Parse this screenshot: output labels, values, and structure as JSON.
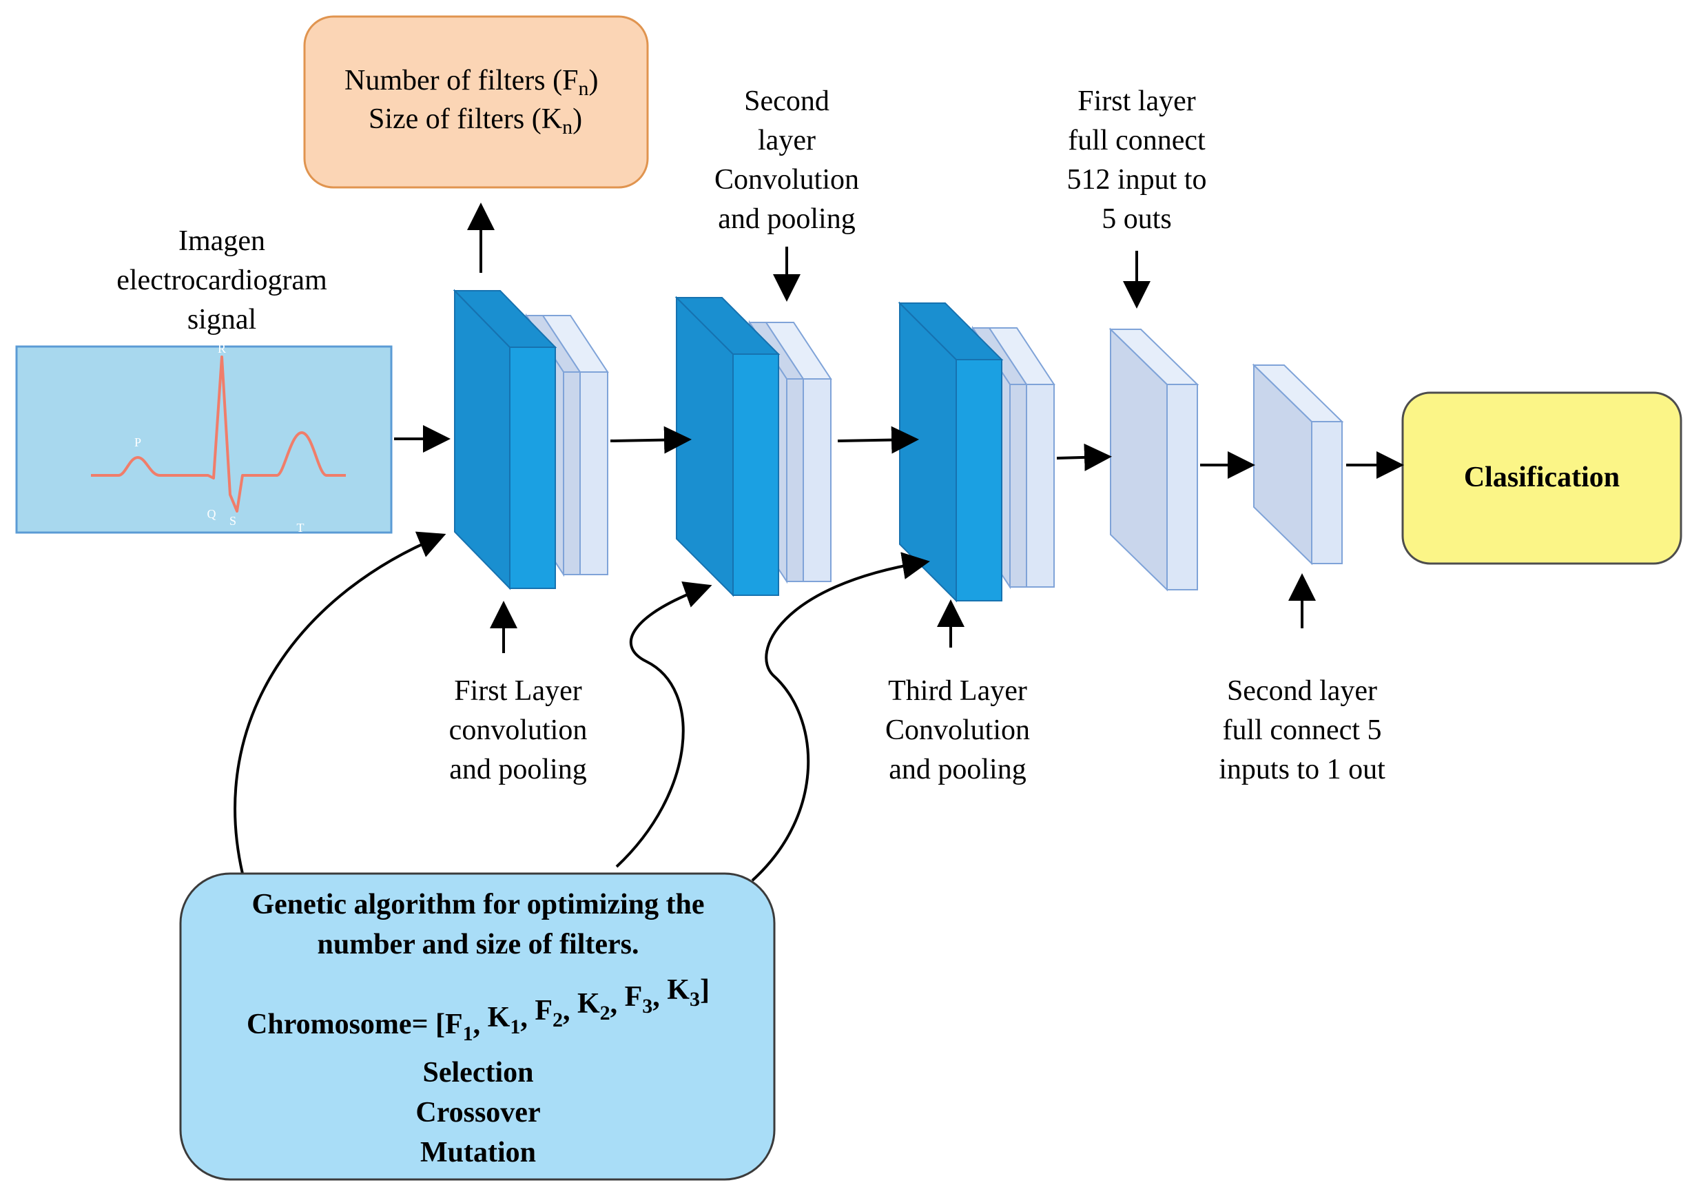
{
  "input_signal": {
    "label_lines": [
      "Imagen",
      "electrocardiogram",
      "signal"
    ],
    "wave_labels": {
      "p": "P",
      "r": "R",
      "q": "Q",
      "s": "S",
      "t": "T"
    }
  },
  "filters_box": {
    "line1": {
      "text": "Number of filters (F",
      "sub": "n",
      "close": ")"
    },
    "line2": {
      "text": "Size of filters (K",
      "sub": "n",
      "close": ")"
    }
  },
  "layers": {
    "conv1_lines": [
      "First Layer",
      "convolution",
      "and pooling"
    ],
    "conv2_lines": [
      "Second",
      "layer",
      "Convolution",
      "and pooling"
    ],
    "conv3_lines": [
      "Third Layer",
      "Convolution",
      "and pooling"
    ],
    "fc1_lines": [
      "First layer",
      "full connect",
      "512 input to",
      "5 outs"
    ],
    "fc2_lines": [
      "Second layer",
      "full connect 5",
      "inputs to 1 out"
    ]
  },
  "output": {
    "label": "Clasification"
  },
  "genetic_algorithm": {
    "title_lines": [
      "Genetic algorithm for optimizing the",
      "number and size of filters."
    ],
    "chromosome": {
      "prefix": "Chromosome= [",
      "genes": [
        {
          "letter": "F",
          "index": "1"
        },
        {
          "letter": "K",
          "index": "1"
        },
        {
          "letter": "F",
          "index": "2"
        },
        {
          "letter": "K",
          "index": "2"
        },
        {
          "letter": "F",
          "index": "3"
        },
        {
          "letter": "K",
          "index": "3"
        }
      ],
      "separator": ", ",
      "suffix": "]"
    },
    "operators": [
      "Selection",
      "Crossover",
      "Mutation"
    ]
  },
  "colors": {
    "signal_bg": "#a8d8ee",
    "signal_border": "#5b9bd5",
    "ecg_wave": "#f07d6a",
    "conv_dark": "#1a8fd0",
    "conv_mid": "#1ba0e2",
    "pool_pale": "#dbe6f7",
    "pool_side": "#c9d6ec",
    "filters_box_fill": "#fbd5b5",
    "filters_box_border": "#e0944f",
    "output_fill": "#fbf587",
    "ga_fill": "#a9ddf7"
  }
}
